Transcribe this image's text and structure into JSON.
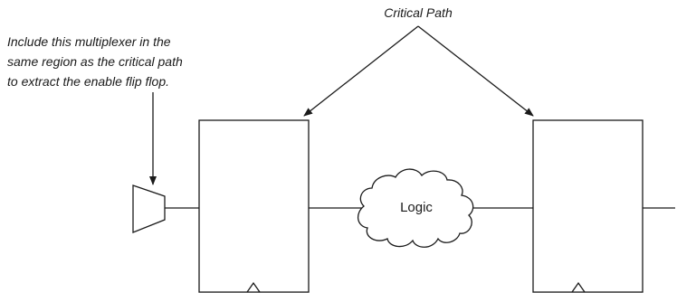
{
  "annotations": {
    "critical_path": "Critical Path",
    "mux_note": [
      "Include this multiplexer in the",
      "same region as the critical path",
      "to extract the enable flip flop."
    ]
  },
  "logic_label": "Logic"
}
